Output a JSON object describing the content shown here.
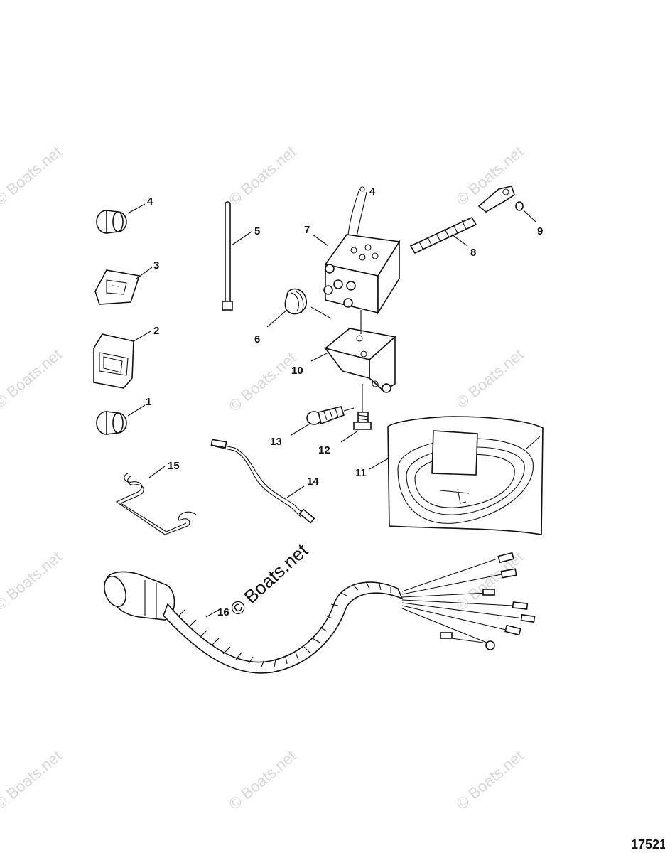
{
  "figure_number": "17521",
  "watermark": {
    "text": "© Boats.net"
  },
  "callouts": [
    {
      "id": "1",
      "label": "1"
    },
    {
      "id": "2",
      "label": "2"
    },
    {
      "id": "3",
      "label": "3"
    },
    {
      "id": "4a",
      "label": "4"
    },
    {
      "id": "4b",
      "label": "4"
    },
    {
      "id": "5",
      "label": "5"
    },
    {
      "id": "6",
      "label": "6"
    },
    {
      "id": "7",
      "label": "7"
    },
    {
      "id": "8",
      "label": "8"
    },
    {
      "id": "9",
      "label": "9"
    },
    {
      "id": "10",
      "label": "10"
    },
    {
      "id": "11",
      "label": "11"
    },
    {
      "id": "12",
      "label": "12"
    },
    {
      "id": "13",
      "label": "13"
    },
    {
      "id": "14",
      "label": "14"
    },
    {
      "id": "15",
      "label": "15"
    },
    {
      "id": "16",
      "label": "16"
    }
  ]
}
